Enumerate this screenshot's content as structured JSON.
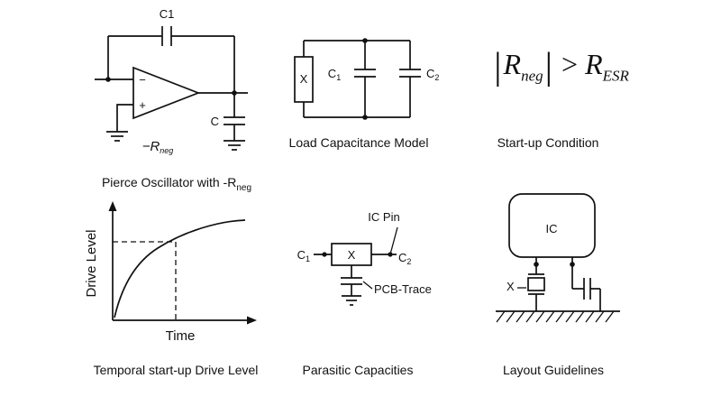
{
  "pierce": {
    "caption_main": "Pierce Oscillator with -R",
    "caption_sub": "neg",
    "c1": "C1",
    "c": "C",
    "minus_input": "−",
    "plus_input": "+",
    "rneg_base": "−R",
    "rneg_sub": "neg"
  },
  "load_model": {
    "caption": "Load Capacitance Model",
    "crystal": "X",
    "c1_base": "C",
    "c1_sub": "1",
    "c2_base": "C",
    "c2_sub": "2"
  },
  "startup": {
    "caption": "Start-up Condition",
    "lbar": "|",
    "r_base": "R",
    "r_sub": "neg",
    "rbar": "|",
    "gt": ">",
    "resr_base": "R",
    "resr_sub": "ESR"
  },
  "drive_chart": {
    "caption": "Temporal start-up Drive Level",
    "ylabel": "Drive Level",
    "xlabel": "Time",
    "type": "line",
    "shape": "exponential saturation from origin toward steady-state drive level, dashed reference lines at ~80% level"
  },
  "parasitic": {
    "caption": "Parasitic Capacities",
    "ic_pin": "IC Pin",
    "c1_base": "C",
    "c1_sub": "1",
    "crystal": "X",
    "c2_base": "C",
    "c2_sub": "2",
    "pcb_trace": "PCB-Trace"
  },
  "layout_guidelines": {
    "caption": "Layout Guidelines",
    "ic": "IC",
    "crystal": "X"
  }
}
